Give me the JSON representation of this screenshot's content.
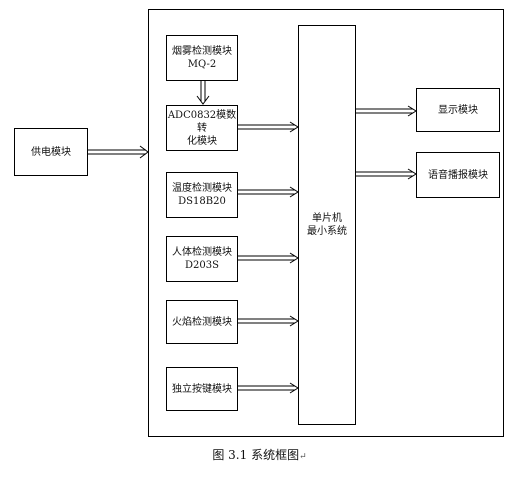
{
  "blocks": {
    "power": {
      "line1": "供电模块"
    },
    "smoke": {
      "line1": "烟雾检测模块",
      "line2": "MQ-2"
    },
    "adc": {
      "line1": "ADC0832模数转",
      "line2": "化模块"
    },
    "temperature": {
      "line1": "温度检测模块",
      "line2": "DS18B20"
    },
    "human": {
      "line1": "人体检测模块",
      "line2": "D203S"
    },
    "flame": {
      "line1": "火焰检测模块"
    },
    "keys": {
      "line1": "独立按键模块"
    },
    "mcu": {
      "line1": "单片机",
      "line2": "最小系统"
    },
    "display": {
      "line1": "显示模块"
    },
    "voice": {
      "line1": "语音播报模块"
    }
  },
  "caption": {
    "text": "图 3.1 系统框图",
    "mark": "↵"
  }
}
